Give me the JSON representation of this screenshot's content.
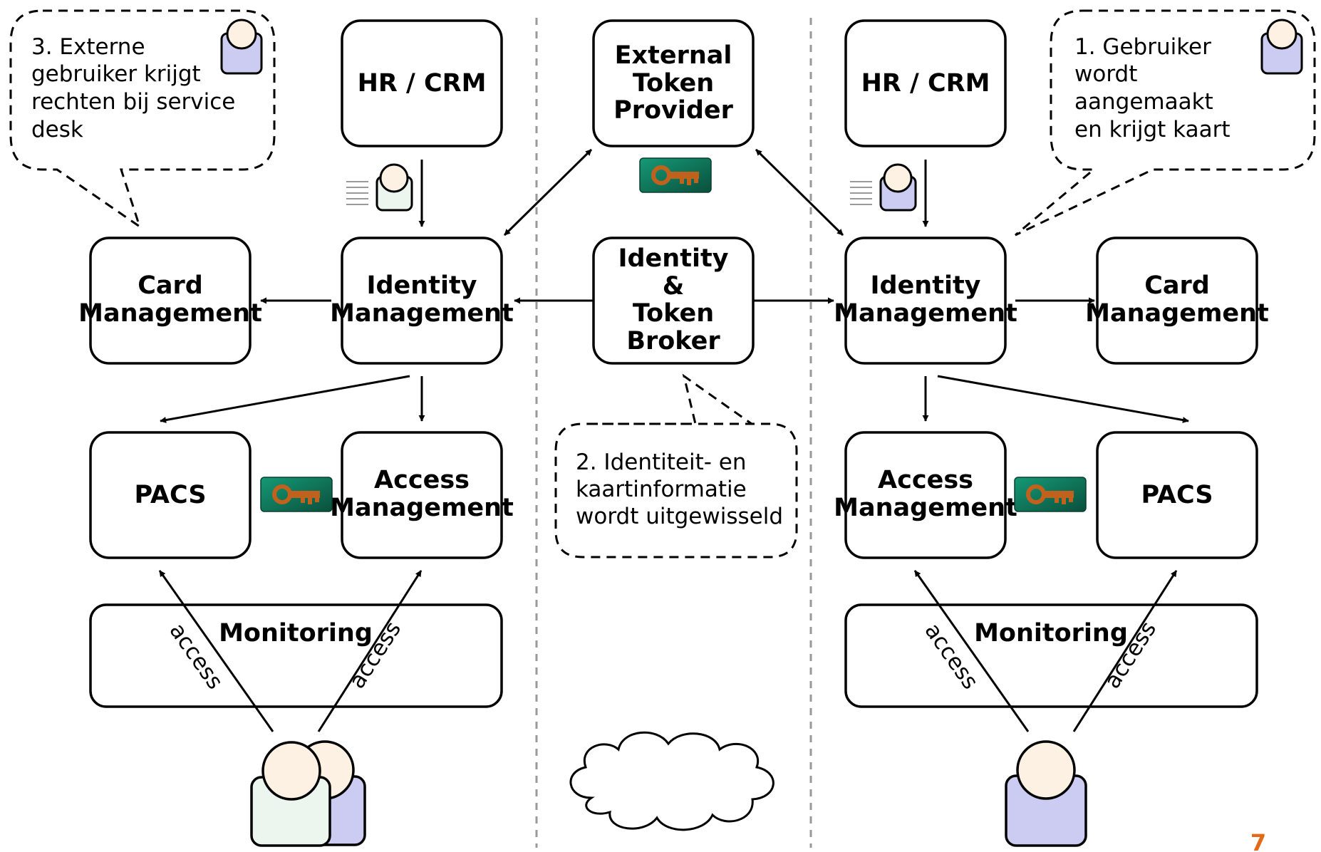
{
  "colors": {
    "box_border": "#000000",
    "divider": "#999999",
    "person_green": "#ecf6ee",
    "person_lavender": "#ccccf2",
    "skin": "#fdf1e3",
    "key_badge": "#0e6b52",
    "key_icon": "#c0621d",
    "page_number": "#e26b1a"
  },
  "left_org": {
    "hr_crm": "HR / CRM",
    "card_management": [
      "Card",
      "Management"
    ],
    "identity_management": [
      "Identity",
      "Management"
    ],
    "pacs": "PACS",
    "access_management": [
      "Access",
      "Management"
    ],
    "monitoring": "Monitoring",
    "access_labels": [
      "access",
      "access"
    ]
  },
  "center": {
    "external_token_provider": [
      "External",
      "Token",
      "Provider"
    ],
    "broker": [
      "Identity",
      "&",
      "Token",
      "Broker"
    ]
  },
  "right_org": {
    "hr_crm": "HR / CRM",
    "identity_management": [
      "Identity",
      "Management"
    ],
    "card_management": [
      "Card",
      "Management"
    ],
    "access_management": [
      "Access",
      "Management"
    ],
    "pacs": "PACS",
    "monitoring": "Monitoring",
    "access_labels": [
      "access",
      "access"
    ]
  },
  "callouts": {
    "step3": [
      "3. Externe",
      "gebruiker krijgt",
      "rechten bij service",
      "desk"
    ],
    "step1": [
      "1.  Gebruiker",
      "wordt",
      "aangemaakt",
      "en krijgt kaart"
    ],
    "step2": [
      "2. Identiteit- en",
      "kaartinformatie",
      "wordt uitgewisseld"
    ]
  },
  "icons": [
    "user-icon",
    "key-icon",
    "cloud-icon",
    "document-lines-icon"
  ],
  "page_number": "7"
}
